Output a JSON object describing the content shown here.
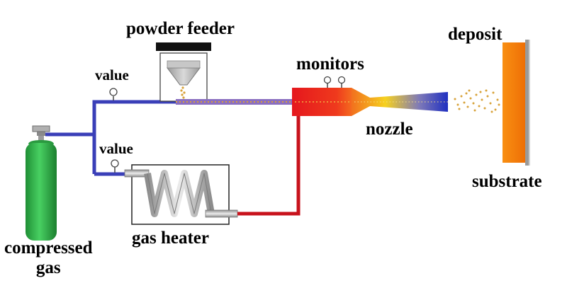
{
  "labels": {
    "powder_feeder": "powder feeder",
    "deposit": "deposit",
    "monitors": "monitors",
    "value_top": "value",
    "value_bottom": "value",
    "nozzle": "nozzle",
    "substrate": "substrate",
    "gas_heater": "gas heater",
    "compressed_gas_line1": "compressed",
    "compressed_gas_line2": "gas"
  },
  "colors": {
    "cold_gas_pipe": "#3a3fb8",
    "hot_gas_pipe": "#c8121c",
    "cylinder": "#2fb34a",
    "substrate": "#f7810a",
    "feeder_lid": "#111111",
    "hopper": "#b5b5b5",
    "particles": "#d8a23a"
  }
}
